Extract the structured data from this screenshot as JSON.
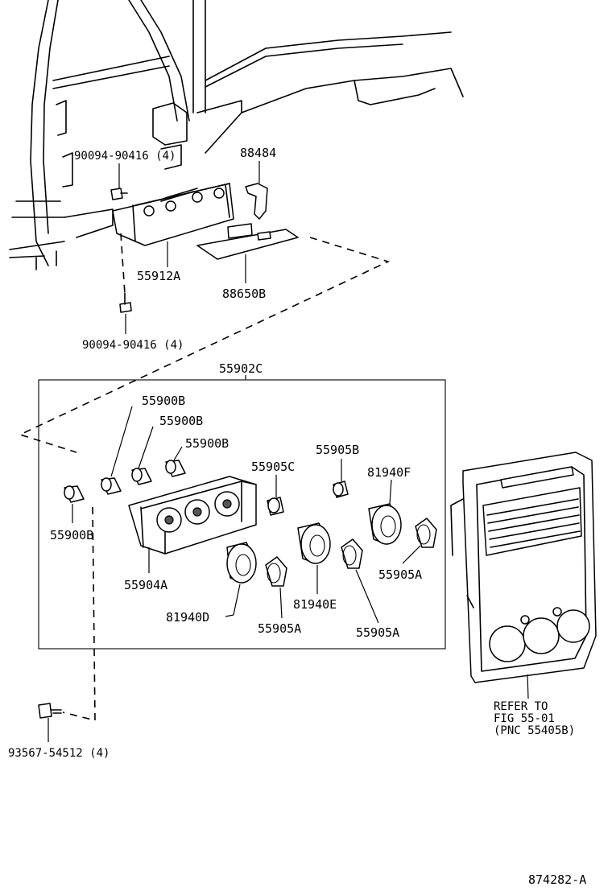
{
  "labels": {
    "p90094_top": "90094-90416 (4)",
    "p88484": "88484",
    "p55912A": "55912A",
    "p88650B": "88650B",
    "p90094_bottom": "90094-90416 (4)",
    "p55902C": "55902C",
    "p55900B_1": "55900B",
    "p55900B_2": "55900B",
    "p55900B_3": "55900B",
    "p55900B_left": "55900B",
    "p55905C": "55905C",
    "p55905B": "55905B",
    "p81940F": "81940F",
    "p55904A": "55904A",
    "p81940D": "81940D",
    "p55905A_1": "55905A",
    "p81940E": "81940E",
    "p55905A_2": "55905A",
    "p55905A_3": "55905A",
    "p93567": "93567-54512 (4)",
    "refer_1": "REFER TO",
    "refer_2": "FIG 55-01",
    "refer_3": "(PNC 55405B)",
    "fig_id": "874282-A"
  }
}
